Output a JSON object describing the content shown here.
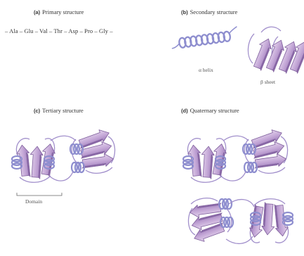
{
  "panels": {
    "a": {
      "letter": "(a)",
      "title": "Primary structure",
      "sequence": "– Ala – Glu – Val – Thr – Asp – Pro – Gly –"
    },
    "b": {
      "letter": "(b)",
      "title": "Secondary structure",
      "helix_label": "α helix",
      "sheet_label": "β sheet"
    },
    "c": {
      "letter": "(c)",
      "title": "Tertiary structure",
      "domain_label": "Domain"
    },
    "d": {
      "letter": "(d)",
      "title": "Quaternary structure"
    }
  },
  "colors": {
    "ribbon_fill": "#cbb3d9",
    "ribbon_stroke": "#8a6aa8",
    "helix_fill": "#b9b9e0",
    "coil": "#9a86c4"
  }
}
